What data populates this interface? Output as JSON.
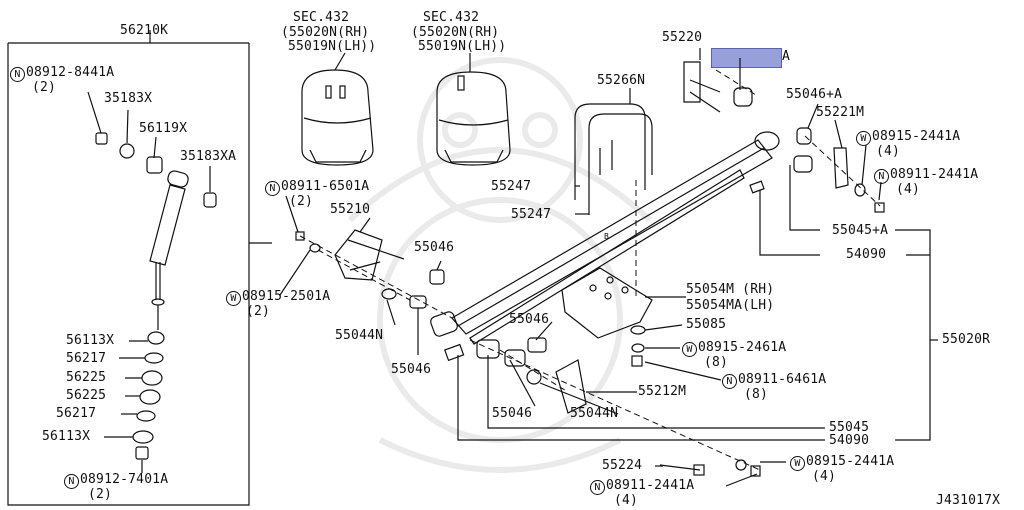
{
  "diagram_id": "J431017X",
  "sec432": {
    "sec": "SEC.432",
    "rh": "(55020N(RH)",
    "lh": "55019N(LH))"
  },
  "labels": {
    "p56210K": "56210K",
    "p08912_8441A": "08912-8441A",
    "p08912_8441A_q": "(2)",
    "p35183X": "35183X",
    "p56119X": "56119X",
    "p35183XA": "35183XA",
    "p08911_6501A": "08911-6501A",
    "p08911_6501A_q": "(2)",
    "p55210": "55210",
    "p55046_a": "55046",
    "p08915_2501A": "08915-2501A",
    "p08915_2501A_q": "(2)",
    "p55044N_a": "55044N",
    "p55046_b": "55046",
    "p56113X_a": "56113X",
    "p56217_a": "56217",
    "p56225_a": "56225",
    "p56225_b": "56225",
    "p56217_b": "56217",
    "p56113X_b": "56113X",
    "p08912_7401A": "08912-7401A",
    "p08912_7401A_q": "(2)",
    "p55220": "55220",
    "p55220_suffix": "A",
    "p55266N": "55266N",
    "p55046A": "55046+A",
    "p55221M": "55221M",
    "p08915_2441A_a": "08915-2441A",
    "p08915_2441A_a_q": "(4)",
    "p08911_2441A_a": "08911-2441A",
    "p08911_2441A_a_q": "(4)",
    "p55247_a": "55247",
    "p55247_b": "55247",
    "p55045A": "55045+A",
    "p54090_a": "54090",
    "p55054M": "55054M (RH)",
    "p55054MA": "55054MA(LH)",
    "p55085": "55085",
    "p55046_c": "55046",
    "p08915_2461A": "08915-2461A",
    "p08915_2461A_q": "(8)",
    "p08911_6461A": "08911-6461A",
    "p08911_6461A_q": "(8)",
    "p55212M": "55212M",
    "p55046_d": "55046",
    "p55044N_b": "55044N",
    "p55045": "55045",
    "p54090_b": "54090",
    "p55020R": "55020R",
    "p55224": "55224",
    "p08915_2441A_b": "08915-2441A",
    "p08915_2441A_b_q": "(4)",
    "p08911_2441A_b": "08911-2441A",
    "p08911_2441A_b_q": "(4)",
    "spring_mark": "B"
  },
  "symbols": {
    "N": "N",
    "W": "W"
  },
  "colors": {
    "line": "#111111",
    "highlight": "#98a0dc"
  }
}
